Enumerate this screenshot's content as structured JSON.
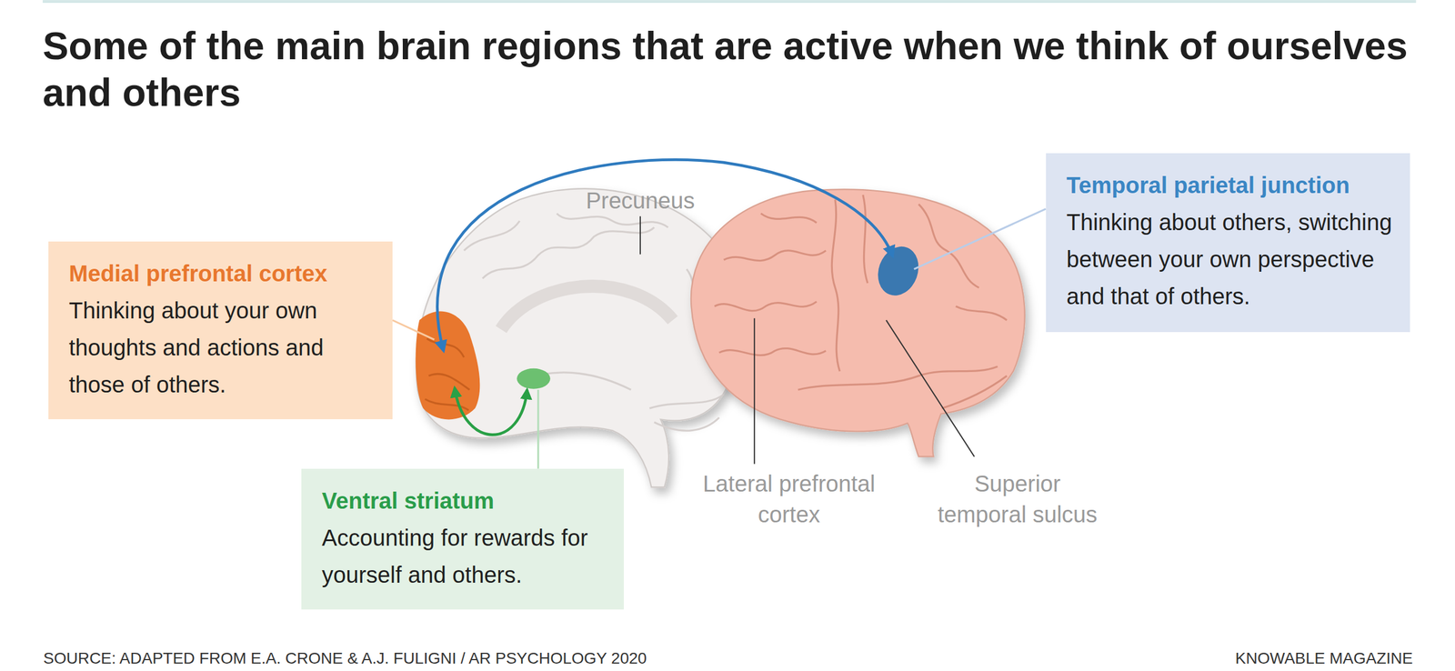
{
  "diagram": {
    "title": "Some of the main brain regions that are active when we think of ourselves and others",
    "caption": "SOURCE: ADAPTED FROM E.A. CRONE & A.J. FULIGNI / AR PSYCHOLOGY 2020",
    "nodes": [
      {
        "text": [
          "Medial prefrontal cortex",
          "Thinking about your own thoughts and actions and those of others."
        ]
      },
      {
        "text": [
          "Ventral striatum",
          "Accounting for rewards for yourself and others."
        ]
      },
      {
        "text": [
          "Temporal parietal junction",
          "Thinking about others, switching between your own perspective and that of others."
        ]
      }
    ],
    "labels": [
      "Precuneus",
      "Lateral prefrontal cortex",
      "Superior temporal sulcus",
      "KNOWABLE MAGAZINE"
    ]
  }
}
